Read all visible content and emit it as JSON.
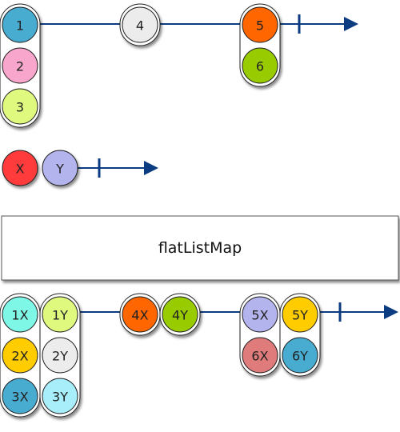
{
  "operator": {
    "label": "flatListMap"
  },
  "colors": {
    "timeline": "#0b3b80",
    "marble_stroke": "#222222",
    "group_fill": "#ffffff",
    "box_fill": "#ffffff",
    "box_stroke": "#555555"
  },
  "source_stream": {
    "groups": [
      {
        "marbles": [
          {
            "label": "1",
            "color": "#48acd0"
          },
          {
            "label": "2",
            "color": "#f9a6cc"
          },
          {
            "label": "3",
            "color": "#dff97e"
          }
        ]
      },
      {
        "marbles": [
          {
            "label": "4",
            "color": "#ececec"
          }
        ]
      },
      {
        "marbles": [
          {
            "label": "5",
            "color": "#ff6600"
          },
          {
            "label": "6",
            "color": "#99cc00"
          }
        ]
      }
    ]
  },
  "list_stream": {
    "marbles": [
      {
        "label": "X",
        "color": "#ff3b3b"
      },
      {
        "label": "Y",
        "color": "#b3b3ee"
      }
    ]
  },
  "result_stream": {
    "groups": [
      {
        "marbles": [
          {
            "label": "1X",
            "color": "#7ff7e6"
          },
          {
            "label": "2X",
            "color": "#ffcc00"
          },
          {
            "label": "3X",
            "color": "#48acd0"
          }
        ]
      },
      {
        "marbles": [
          {
            "label": "1Y",
            "color": "#dff97e"
          },
          {
            "label": "2Y",
            "color": "#ececec"
          },
          {
            "label": "3Y",
            "color": "#a8eefa"
          }
        ]
      },
      {
        "marbles": [
          {
            "label": "4X",
            "color": "#ff6600"
          }
        ]
      },
      {
        "marbles": [
          {
            "label": "4Y",
            "color": "#99cc00"
          }
        ]
      },
      {
        "marbles": [
          {
            "label": "5X",
            "color": "#b3b3ee"
          },
          {
            "label": "6X",
            "color": "#e07b7b"
          }
        ]
      },
      {
        "marbles": [
          {
            "label": "5Y",
            "color": "#ffcc00"
          },
          {
            "label": "6Y",
            "color": "#48acd0"
          }
        ]
      }
    ]
  }
}
